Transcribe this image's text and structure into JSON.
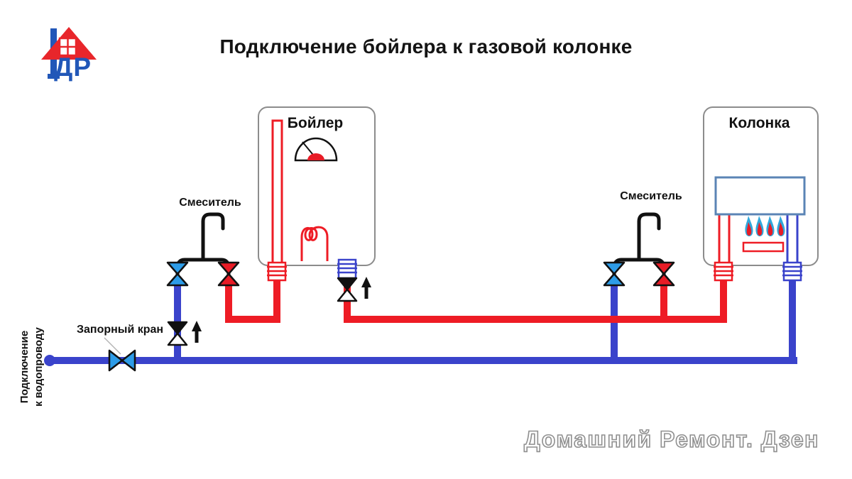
{
  "title": "Подключение бойлера к газовой колонке",
  "logo": {
    "letters": "ДР"
  },
  "boiler": {
    "label": "Бойлер"
  },
  "kolonka": {
    "label": "Колонка"
  },
  "mixers": {
    "left_label": "Смеситель",
    "right_label": "Смеситель"
  },
  "annotations": {
    "shutoff_valve": "Запорный кран",
    "water_supply_line1": "Подключение",
    "water_supply_line2": "к водопроводу"
  },
  "watermark": {
    "text": "Домашний Ремонт. Дзен"
  },
  "colors": {
    "cold_pipe": "#3a43cb",
    "hot_pipe": "#ee1c25",
    "valve_blue": "#2d9ce8",
    "valve_red": "#e81c26",
    "black_line": "#111111",
    "box_border": "#8c8c8c",
    "exchanger_border": "#5b84b5",
    "flame_blue": "#2fa8dc",
    "logo_blue": "#2157b8",
    "logo_red": "#e8262b",
    "watermark_outline": "#909090",
    "leader_line": "#b5b5b5"
  }
}
